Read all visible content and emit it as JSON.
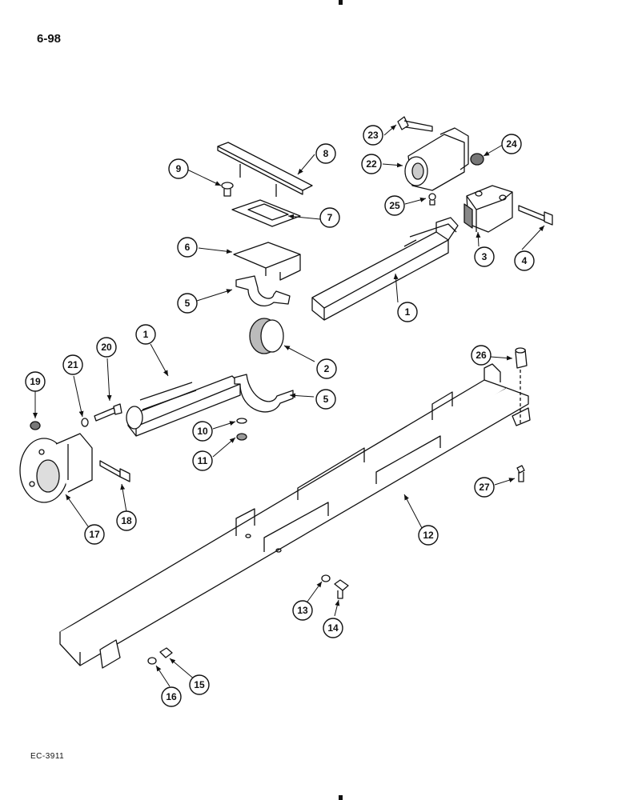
{
  "page": {
    "page_number": "6-98",
    "figure_code": "EC-3911"
  },
  "colors": {
    "ink": "#111111",
    "paper": "#ffffff",
    "shade": "#d8d8d8"
  },
  "callouts": [
    {
      "id": "c1a",
      "label": "1"
    },
    {
      "id": "c1b",
      "label": "1"
    },
    {
      "id": "c2",
      "label": "2"
    },
    {
      "id": "c3",
      "label": "3"
    },
    {
      "id": "c4",
      "label": "4"
    },
    {
      "id": "c5a",
      "label": "5"
    },
    {
      "id": "c5b",
      "label": "5"
    },
    {
      "id": "c6",
      "label": "6"
    },
    {
      "id": "c7",
      "label": "7"
    },
    {
      "id": "c8",
      "label": "8"
    },
    {
      "id": "c9",
      "label": "9"
    },
    {
      "id": "c10",
      "label": "10"
    },
    {
      "id": "c11",
      "label": "11"
    },
    {
      "id": "c12",
      "label": "12"
    },
    {
      "id": "c13",
      "label": "13"
    },
    {
      "id": "c14",
      "label": "14"
    },
    {
      "id": "c15",
      "label": "15"
    },
    {
      "id": "c16",
      "label": "16"
    },
    {
      "id": "c17",
      "label": "17"
    },
    {
      "id": "c18",
      "label": "18"
    },
    {
      "id": "c19",
      "label": "19"
    },
    {
      "id": "c20",
      "label": "20"
    },
    {
      "id": "c21",
      "label": "21"
    },
    {
      "id": "c22",
      "label": "22"
    },
    {
      "id": "c23",
      "label": "23"
    },
    {
      "id": "c24",
      "label": "24"
    },
    {
      "id": "c25",
      "label": "25"
    },
    {
      "id": "c26",
      "label": "26"
    },
    {
      "id": "c27",
      "label": "27"
    }
  ]
}
